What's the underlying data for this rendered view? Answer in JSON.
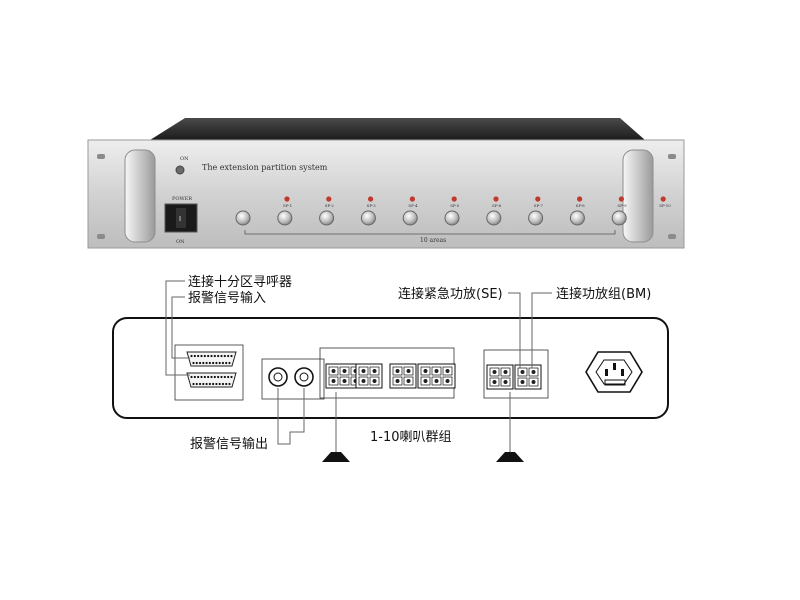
{
  "front_panel": {
    "on_label": "ON",
    "title": "The extension partition system",
    "power_label": "POWER",
    "on_bottom_label": "ON",
    "switch_mark": "I",
    "zones": [
      "SP-1",
      "SP-2",
      "SP-3",
      "SP-4",
      "SP-5",
      "SP-6",
      "SP-7",
      "SP-8",
      "SP-9",
      "SP-10"
    ],
    "zones_caption": "10 areas"
  },
  "annotations": {
    "connect_pager": "连接十分区寻呼器",
    "alarm_input": "报警信号输入",
    "connect_emergency_amp": "连接紧急功放(SE)",
    "connect_amp_group": "连接功放组(BM)",
    "alarm_output": "报警信号输出",
    "speaker_groups": "1-10喇叭群组"
  },
  "colors": {
    "panel": "#d6d6d6",
    "chassis_top": "#2b2b2b",
    "led": "#c0392b",
    "line": "#555555"
  }
}
